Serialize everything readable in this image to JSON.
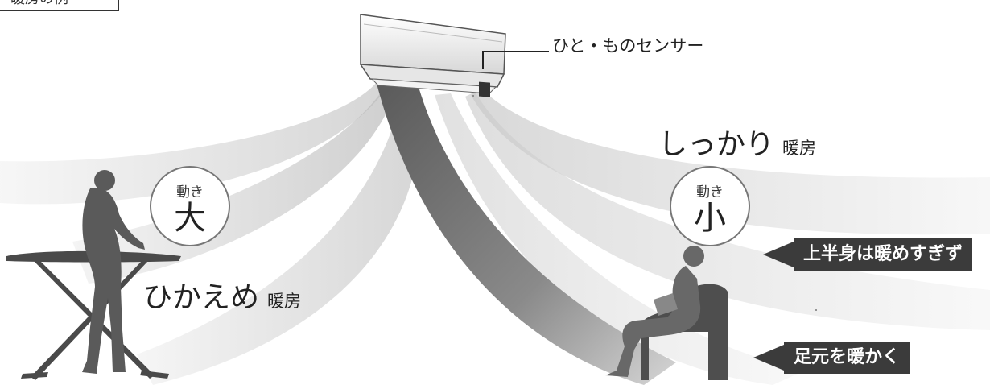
{
  "corner_label": "暖房の例",
  "sensor_label": "ひと・ものセンサー",
  "left_mode": {
    "main": "ひかえめ",
    "sub": "暖房"
  },
  "right_mode": {
    "main": "しっかり",
    "sub": "暖房"
  },
  "left_badge": {
    "top": "動き",
    "big": "大"
  },
  "right_badge": {
    "top": "動き",
    "big": "小"
  },
  "callouts": {
    "upper": "上半身は暖めすぎず",
    "lower": "足元を暖かく"
  }
}
